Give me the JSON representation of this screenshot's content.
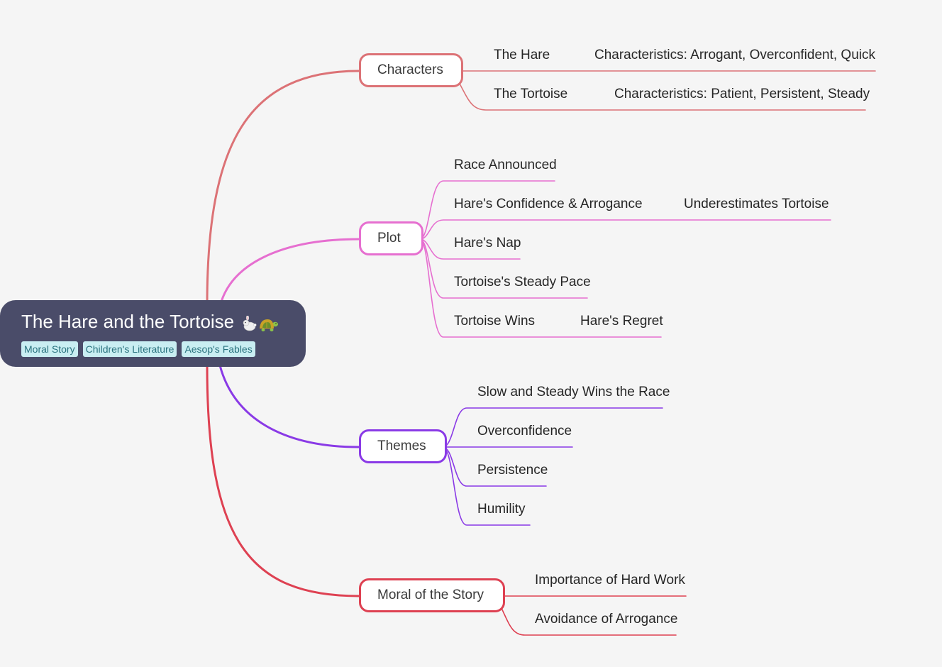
{
  "root": {
    "title": "The Hare and the Tortoise",
    "tags": [
      "Moral Story",
      "Children's Literature",
      "Aesop's Fables"
    ]
  },
  "icons": {
    "root_emoji": [
      "rabbit-icon",
      "turtle-icon"
    ]
  },
  "branches": [
    {
      "label": "Characters",
      "color": "#dc7276",
      "children": [
        {
          "label": "The Hare",
          "children": [
            {
              "label": "Characteristics: Arrogant, Overconfident, Quick"
            }
          ]
        },
        {
          "label": "The Tortoise",
          "children": [
            {
              "label": "Characteristics: Patient, Persistent, Steady"
            }
          ]
        }
      ]
    },
    {
      "label": "Plot",
      "color": "#e66fd0",
      "children": [
        {
          "label": "Race Announced"
        },
        {
          "label": "Hare's Confidence & Arrogance",
          "children": [
            {
              "label": "Underestimates Tortoise"
            }
          ]
        },
        {
          "label": "Hare's Nap"
        },
        {
          "label": "Tortoise's Steady Pace"
        },
        {
          "label": "Tortoise Wins",
          "children": [
            {
              "label": "Hare's Regret"
            }
          ]
        }
      ]
    },
    {
      "label": "Themes",
      "color": "#8a3ae6",
      "children": [
        {
          "label": "Slow and Steady Wins the Race"
        },
        {
          "label": "Overconfidence"
        },
        {
          "label": "Persistence"
        },
        {
          "label": "Humility"
        }
      ]
    },
    {
      "label": "Moral of the Story",
      "color": "#de4152",
      "children": [
        {
          "label": "Importance of Hard Work"
        },
        {
          "label": "Avoidance of Arrogance"
        }
      ]
    }
  ]
}
